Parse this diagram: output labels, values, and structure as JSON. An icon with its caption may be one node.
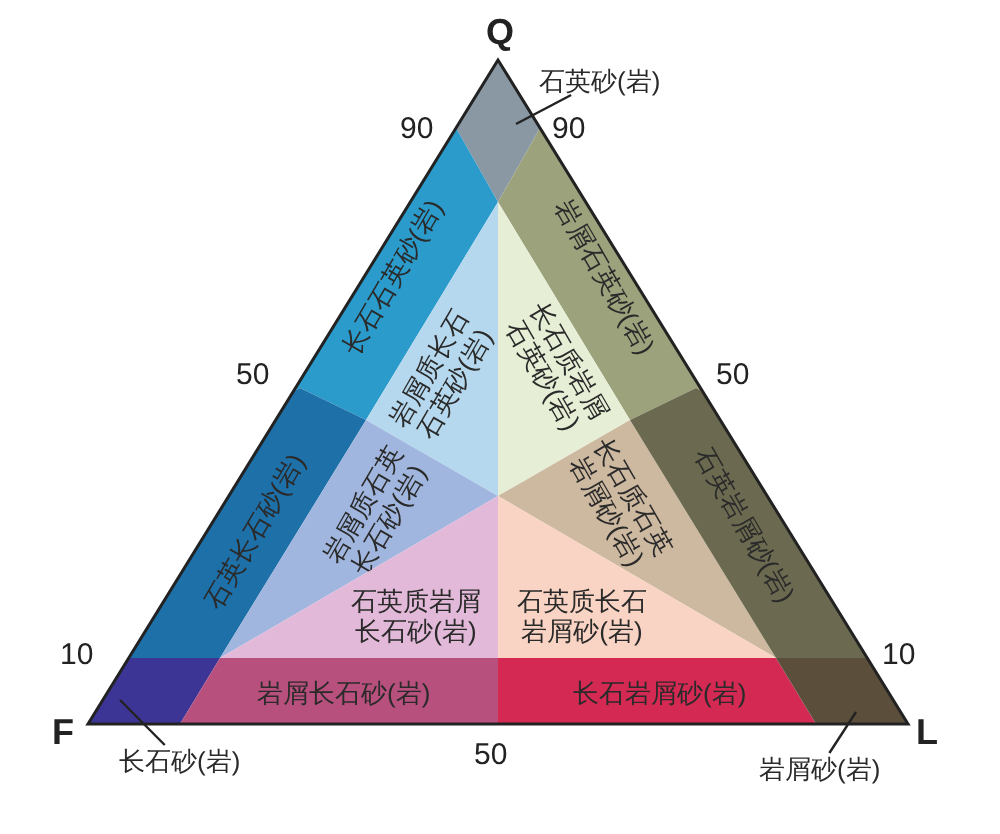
{
  "diagram": {
    "nodes": [
      {
        "text": [
          "石英砂(岩)"
        ]
      },
      {
        "text": [],
        "shape": "polygon"
      },
      {
        "text": [
          "长石石英砂(岩)"
        ]
      },
      {
        "text": [
          "岩屑石英砂(岩)"
        ]
      },
      {
        "text": [
          "岩屑质长石石英砂(岩)"
        ]
      },
      {
        "text": [
          "长石质岩屑石英砂(岩)"
        ]
      },
      {
        "text": [
          "石英长石砂(岩)"
        ]
      },
      {
        "text": [
          "岩屑质石英长石砂(岩)"
        ]
      },
      {
        "text": [
          "长石质石英岩屑砂(岩)"
        ]
      },
      {
        "text": [
          "石英岩屑砂(岩)"
        ]
      },
      {
        "text": [
          "石英质岩屑长石砂(岩)"
        ]
      },
      {
        "text": [
          "石英质长石岩屑砂(岩)"
        ]
      },
      {
        "text": [],
        "shape": "polygon"
      },
      {
        "text": [
          "岩屑长石砂(岩)"
        ]
      },
      {
        "text": [
          "长石岩屑砂(岩)"
        ]
      },
      {
        "text": [],
        "shape": "polygon"
      },
      {
        "text": [
          "长石砂(岩)"
        ]
      },
      {
        "text": [
          "岩屑砂(岩)"
        ]
      }
    ],
    "edges": [
      {
        "from": 0,
        "to": 1,
        "arrow": "none"
      },
      {
        "from": 16,
        "to": 12,
        "arrow": "none"
      },
      {
        "from": 17,
        "to": 15,
        "arrow": "none"
      }
    ],
    "labels": [
      "Q",
      "90",
      "90",
      "50",
      "50",
      "10",
      "10",
      "F",
      "50",
      "L"
    ]
  }
}
